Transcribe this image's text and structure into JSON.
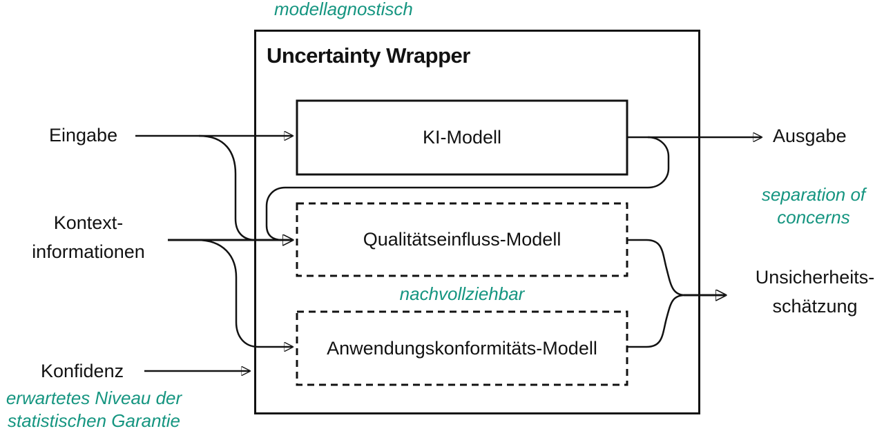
{
  "colors": {
    "accent": "#159580",
    "ink": "#121212"
  },
  "wrapper": {
    "title": "Uncertainty Wrapper"
  },
  "boxes": {
    "ki": "KI-Modell",
    "quality": "Qualitätseinfluss-Modell",
    "conformity": "Anwendungskonformitäts-Modell"
  },
  "inputs": {
    "eingabe": "Eingabe",
    "kontext_line1": "Kontext-",
    "kontext_line2": "informationen",
    "konfidenz": "Konfidenz"
  },
  "outputs": {
    "ausgabe": "Ausgabe",
    "uncertainty_line1": "Unsicherheits-",
    "uncertainty_line2": "schätzung"
  },
  "annotations": {
    "top": "modellagnostisch",
    "right_line1": "separation of",
    "right_line2": "concerns",
    "middle": "nachvollziehbar",
    "bottom_line1": "erwartetes Niveau der",
    "bottom_line2": "statistischen Garantie"
  }
}
